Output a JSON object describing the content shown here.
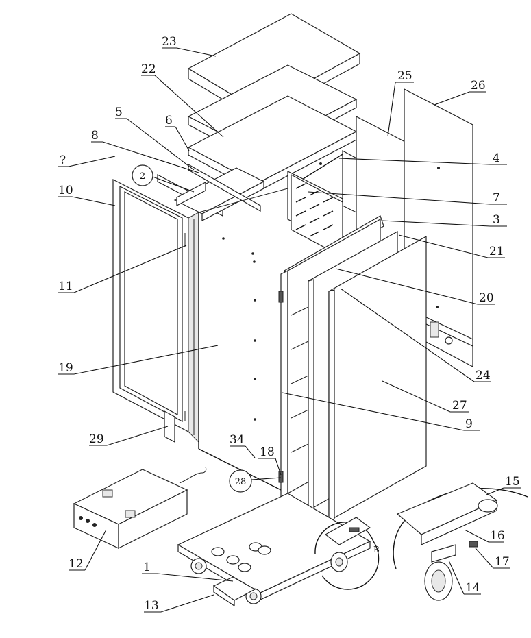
{
  "labels": {
    "p1": "1",
    "p3": "3",
    "p4": "4",
    "p5": "5",
    "p6": "6",
    "p7": "7",
    "p8": "8",
    "p9": "9",
    "p10": "10",
    "p11": "11",
    "p12": "12",
    "p13": "13",
    "p14": "14",
    "p15": "15",
    "p16": "16",
    "p17": "17",
    "p18": "18",
    "p19": "19",
    "p20": "20",
    "p21": "21",
    "p22": "22",
    "p23": "23",
    "p24": "24",
    "p25": "25",
    "p26": "26",
    "p27": "27",
    "p29": "29",
    "p34": "34",
    "q": "?",
    "c2": "2",
    "c28": "28",
    "detailB": "B"
  },
  "colors": {
    "control_panel_red": "#c0282a"
  }
}
